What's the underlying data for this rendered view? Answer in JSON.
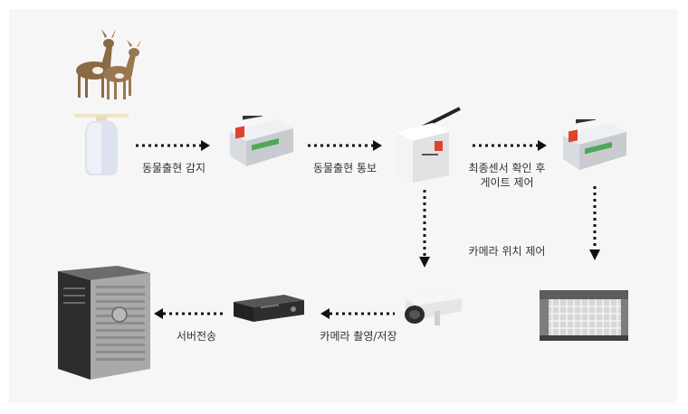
{
  "labels": {
    "detect": "동물출현 감지",
    "notify": "동물출현 통보",
    "gate_line1": "최종센서 확인 후",
    "gate_line2": "게이트 제어",
    "camera_pos": "카메라 위치 제어",
    "record": "카메라 촬영/저장",
    "server": "서버전송"
  },
  "icons": {
    "deer": "deer-photo",
    "sensor": "motion-sensor",
    "controller1": "controller-box",
    "router": "wireless-router",
    "controller2": "controller-box",
    "gate": "gate-fence",
    "camera": "cctv-camera",
    "dvr": "dvr-recorder",
    "server": "hp-server-tower"
  }
}
